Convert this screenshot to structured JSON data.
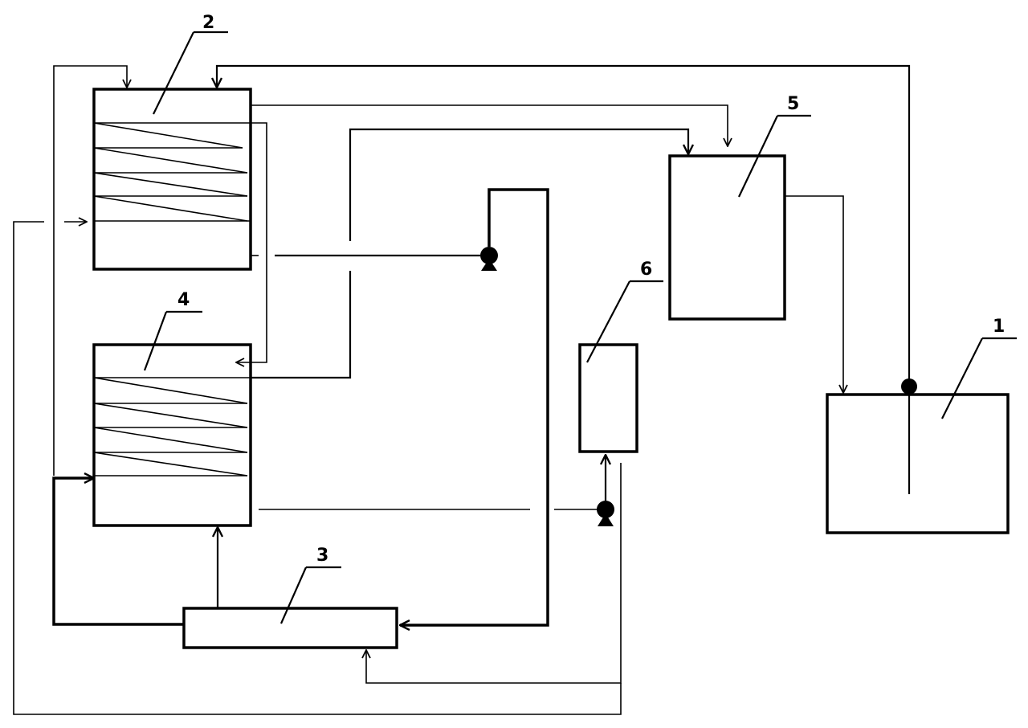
{
  "labels": {
    "unit_1": "1",
    "unit_2": "2",
    "unit_3": "3",
    "unit_4": "4",
    "unit_5": "5",
    "unit_6": "6"
  },
  "colors": {
    "stroke": "#000000",
    "background": "#ffffff"
  }
}
